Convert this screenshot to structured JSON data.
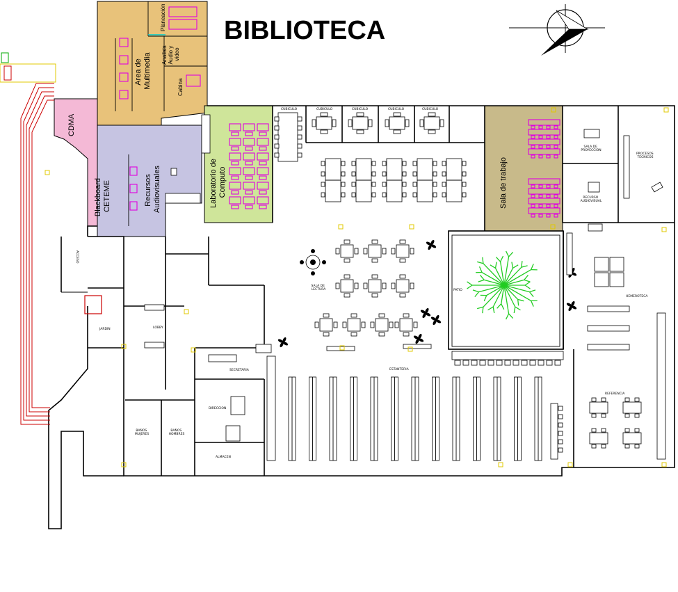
{
  "title": "BIBLIOTECA",
  "colors": {
    "multimedia": "#e8c27a",
    "audiovisual": "#c6c4e2",
    "blackboard": "#f4b9d6",
    "computo": "#cfe59a",
    "sala_trabajo": "#c8ba8a",
    "tree": "#22cc22",
    "magenta": "#e000e0",
    "red": "#cc0000"
  },
  "rooms": {
    "cdma": "CDMA",
    "blackboard": [
      "Blackboard",
      "CETEME"
    ],
    "recursos": [
      "Recursos",
      "Audiovisuales"
    ],
    "laboratorio": [
      "Laboratorio de",
      "Computo"
    ],
    "multimedia": [
      "Area de",
      "Multimedia"
    ],
    "planeacion": "Planeación",
    "analisis": [
      "Analisis",
      "Audio y",
      "video"
    ],
    "cabina": "Cabina",
    "sala_trabajo": "Sala de trabajo",
    "cubiculo": "CUBICULO",
    "sala_proyeccion": [
      "SALA DE",
      "PROYECCION"
    ],
    "recurso_audiovisual": [
      "RECURSO",
      "AUDIOVISUAL"
    ],
    "procesos_tecnicos": [
      "PROCESOS",
      "TECNICOS"
    ],
    "acceso": "ACCESO",
    "jardin": "JARDIN",
    "lobby": "LOBBY",
    "sala_lectura": [
      "SALA DE",
      "LECTURA"
    ],
    "patio": "PATIO",
    "hemeroteca": "HEMEROTECA",
    "estanteria": "ESTANTERIA",
    "secretaria": "SECRETARIA",
    "direccion": "DIRECCION",
    "banos_mujeres": [
      "BAÑOS",
      "MUJERES"
    ],
    "banos_hombres": [
      "BAÑOS",
      "HOMBRES"
    ],
    "almacen": "ALMACEN",
    "referencia": "REFERENCIA"
  }
}
